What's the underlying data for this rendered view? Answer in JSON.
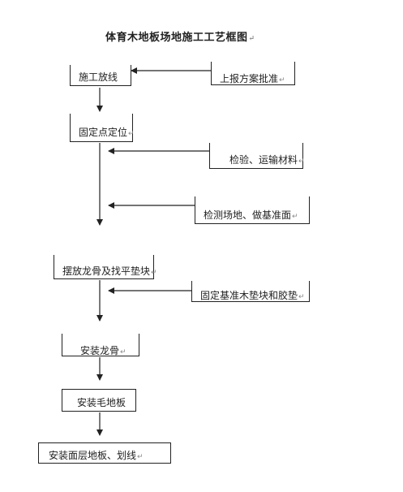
{
  "title": "体育木地板场地施工工艺框图",
  "para_mark": "↵",
  "nodes": {
    "shigong": "施工放线",
    "shangbao": "上报方案批准",
    "guding": "固定点定位",
    "jianyan": "检验、运输材料",
    "jiance": "检测场地、做基准面",
    "baifang": "摆放龙骨及找平垫块",
    "gudingjizhun": "固定基准木垫块和胶垫",
    "anzhuanglonggu": "安装龙骨",
    "anzhuangmao": "安装毛地板",
    "anzhuangmian": "安装面层地板、划线"
  }
}
